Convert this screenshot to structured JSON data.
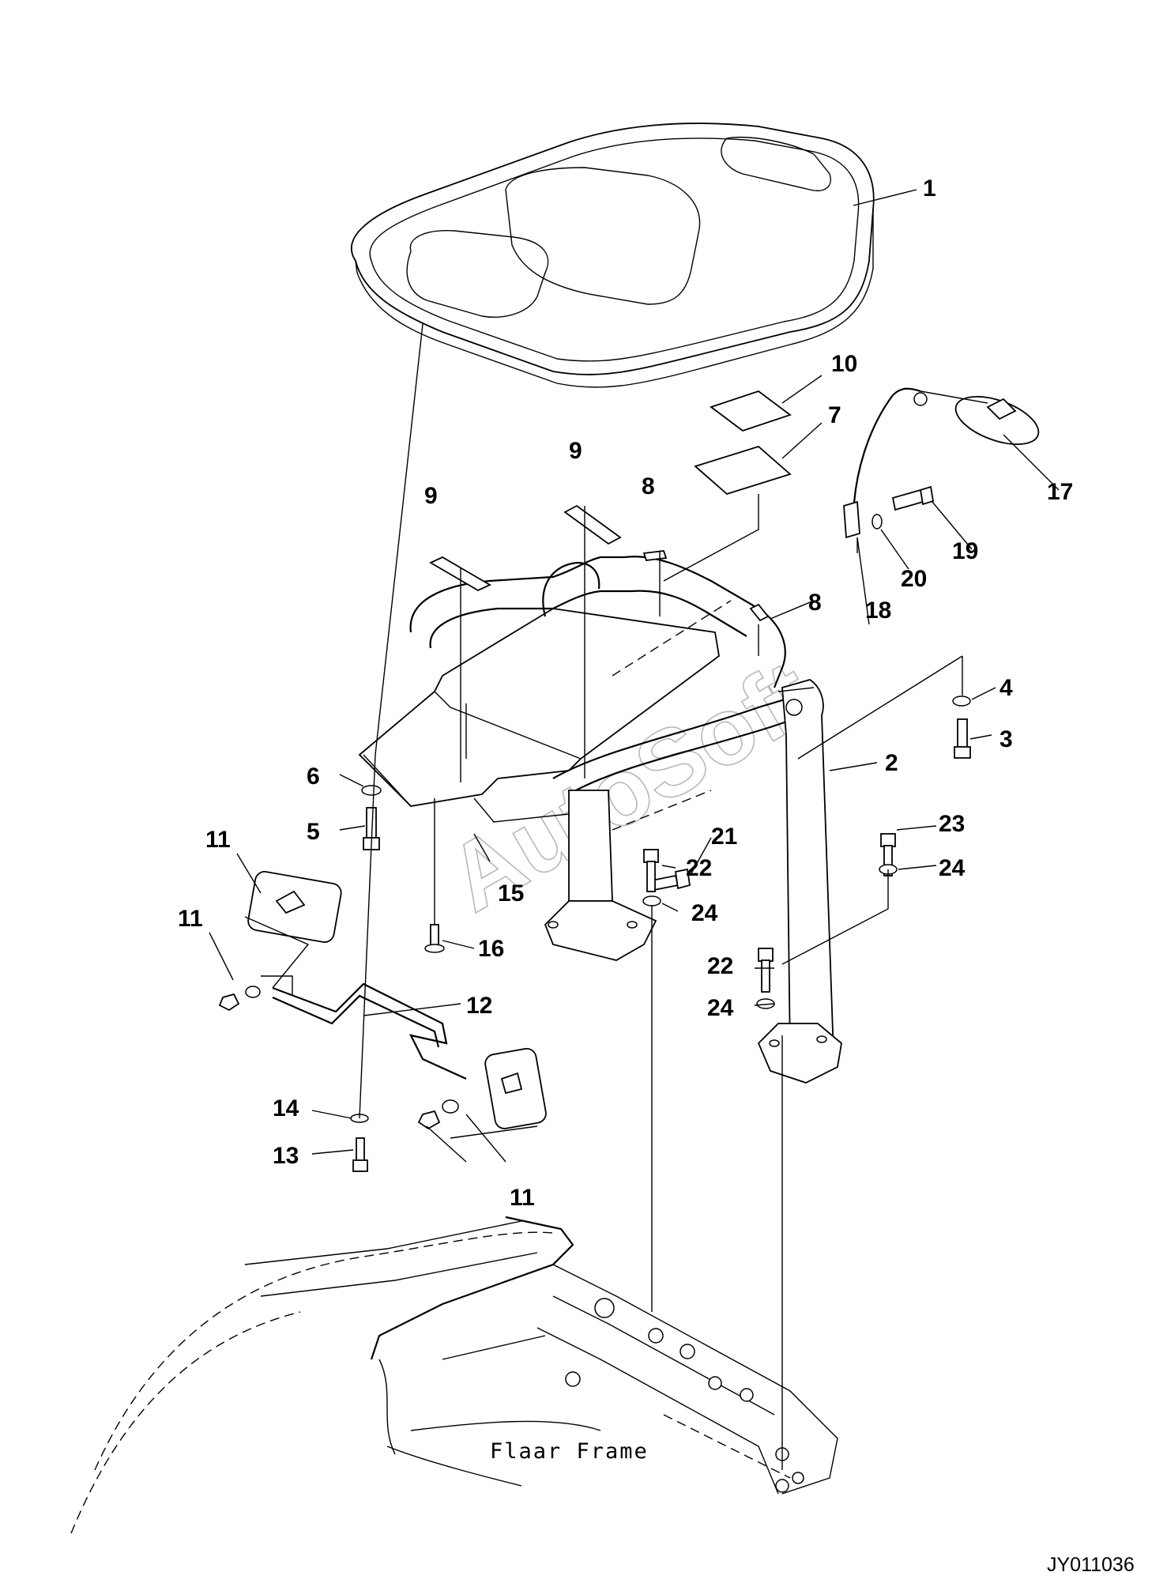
{
  "figure": {
    "drawing_code": "JY011036",
    "floor_note": "Flaar Frame",
    "watermark": "AutoSoft"
  },
  "callouts": {
    "c1": "1",
    "c2": "2",
    "c3": "3",
    "c4": "4",
    "c5": "5",
    "c6": "6",
    "c7": "7",
    "c8a": "8",
    "c8b": "8",
    "c9a": "9",
    "c9b": "9",
    "c10": "10",
    "c11a": "11",
    "c11b": "11",
    "c11c": "11",
    "c12": "12",
    "c13": "13",
    "c14": "14",
    "c15": "15",
    "c16": "16",
    "c17": "17",
    "c18": "18",
    "c19": "19",
    "c20": "20",
    "c21": "21",
    "c22a": "22",
    "c22b": "22",
    "c23": "23",
    "c24a": "24",
    "c24b": "24",
    "c24c": "24"
  }
}
